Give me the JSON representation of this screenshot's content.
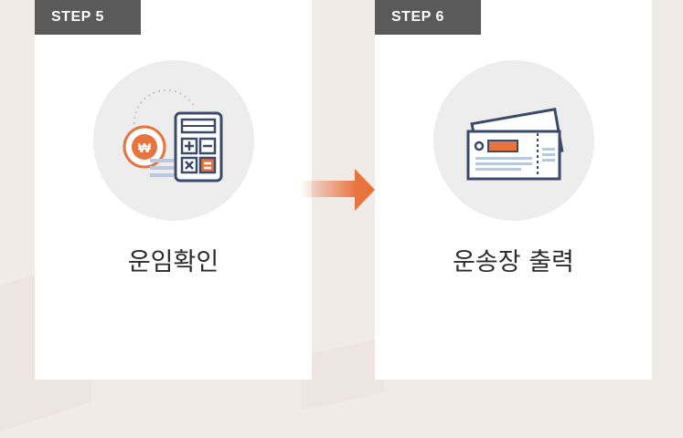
{
  "steps": [
    {
      "tag": "STEP 5",
      "title": "운임확인",
      "icon": "fare-calculator-icon"
    },
    {
      "tag": "STEP 6",
      "title": "운송장 출력",
      "icon": "waybill-ticket-icon"
    }
  ],
  "colors": {
    "background": "#f1ebe7",
    "card": "#ffffff",
    "tag": "#5a5a5a",
    "accent_orange": "#e8733f",
    "icon_navy": "#3b4a6b",
    "circle": "#ededee"
  }
}
